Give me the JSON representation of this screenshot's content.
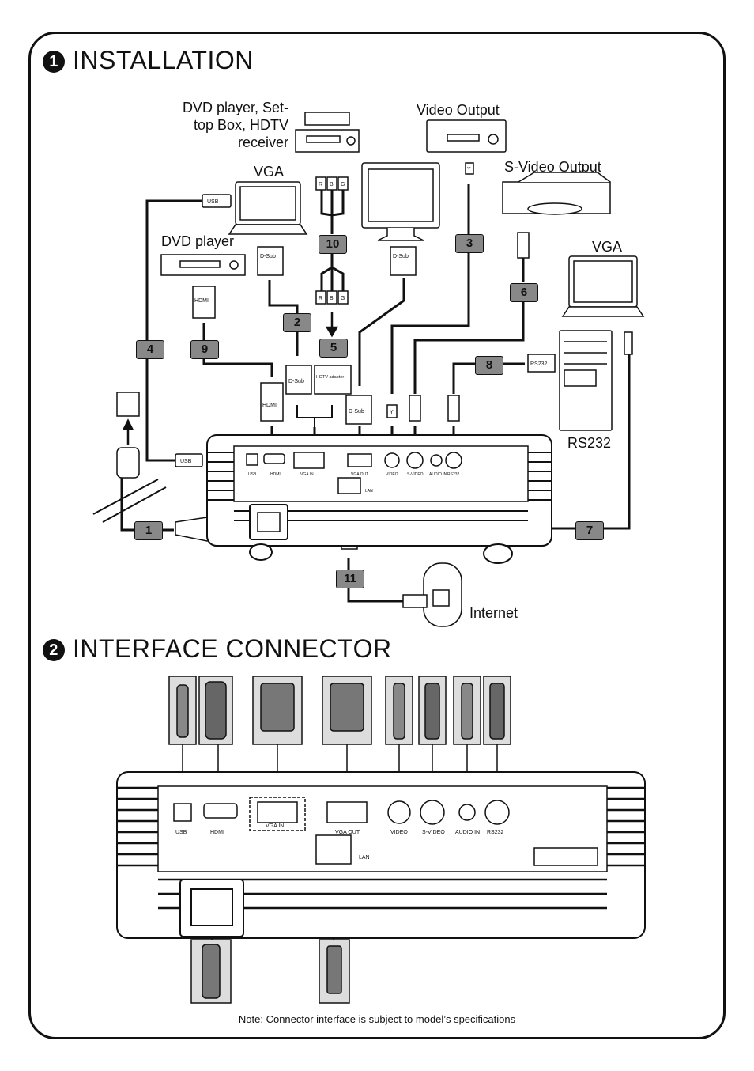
{
  "sections": {
    "installation": {
      "number": "1",
      "title": "INSTALLATION"
    },
    "interface": {
      "number": "2",
      "title": "INTERFACE CONNECTOR"
    }
  },
  "devices": {
    "dvd_stb": "DVD player, Set-top Box, HDTV receiver",
    "video_output": "Video Output",
    "vga_left": "VGA",
    "svideo_output": "S-Video Output",
    "dvd_player": "DVD player",
    "vga_right": "VGA",
    "rs232": "RS232",
    "internet": "Internet"
  },
  "cable_numbers": [
    "1",
    "2",
    "3",
    "4",
    "5",
    "6",
    "7",
    "8",
    "9",
    "10",
    "11"
  ],
  "plug_labels": {
    "usb": "USB",
    "dsub": "D-Sub",
    "hdmi": "HDMI",
    "hdtv_adapter": "HDTV adapter",
    "rs232": "RS232",
    "y": "Y",
    "r": "R",
    "b": "B",
    "g": "G"
  },
  "ports": [
    "USB",
    "HDMI",
    "VGA IN",
    "VGA OUT",
    "VIDEO",
    "S-VIDEO",
    "AUDIO IN",
    "RS232"
  ],
  "lan_label": "LAN",
  "note": "Note: Connector interface is subject to model’s specifications"
}
